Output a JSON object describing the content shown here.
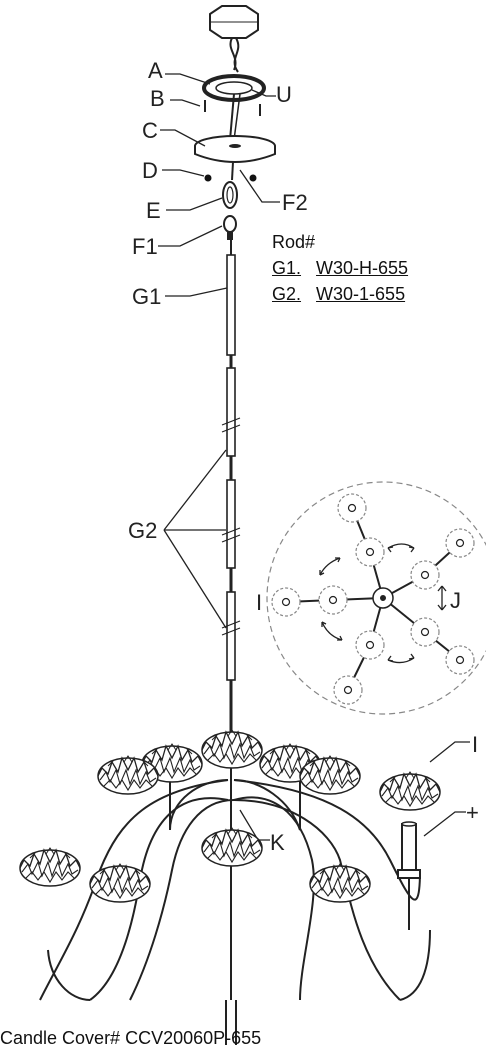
{
  "labels": {
    "A": "A",
    "B": "B",
    "U": "U",
    "C": "C",
    "D": "D",
    "E": "E",
    "F1": "F1",
    "F2": "F2",
    "G1": "G1",
    "G2": "G2",
    "I": "I",
    "J": "J",
    "K": "K",
    "plus": "+"
  },
  "rod": {
    "title": "Rod#",
    "rows": [
      {
        "key": "G1.",
        "code": "W30-H-655"
      },
      {
        "key": "G2.",
        "code": "W30-1-655"
      }
    ]
  },
  "candle_cover": "Candle Cover# CCV20060P-655",
  "colors": {
    "line": "#222222",
    "fill": "#ffffff",
    "dashed": "#888888"
  }
}
